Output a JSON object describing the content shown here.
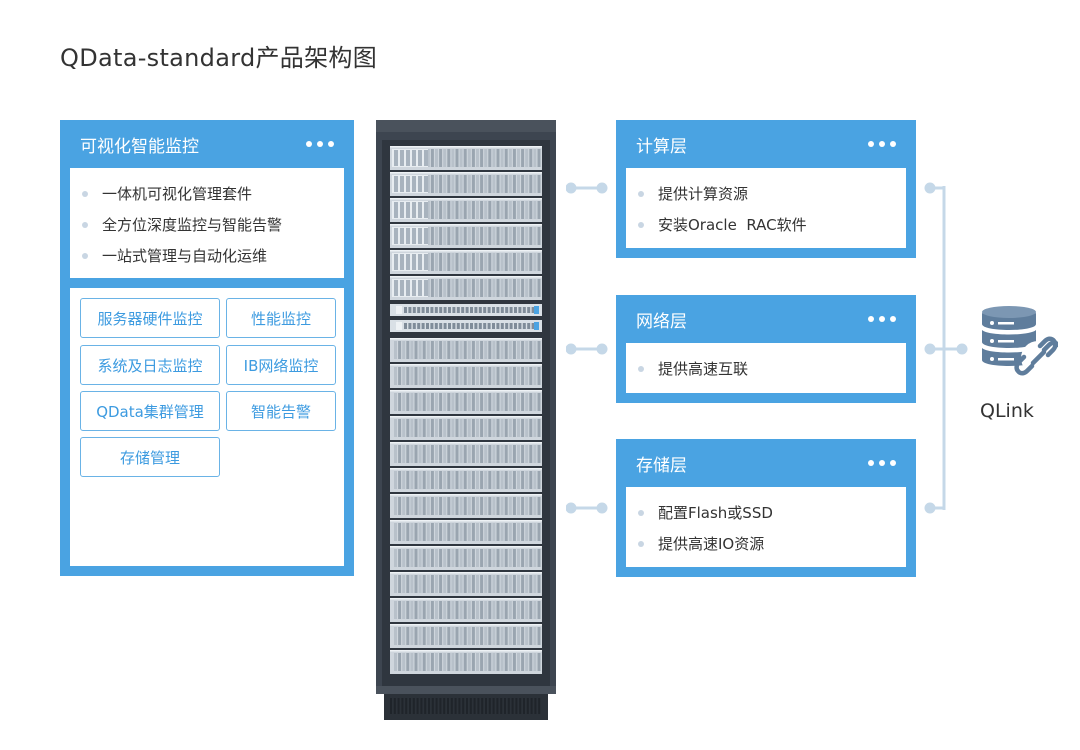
{
  "title": "QData-standard产品架构图",
  "left_panel": {
    "header": "可视化智能监控",
    "features": [
      "一体机可视化管理套件",
      "全方位深度监控与智能告警",
      "一站式管理与自动化运维"
    ],
    "modules": [
      "服务器硬件监控",
      "性能监控",
      "系统及日志监控",
      "IB网络监控",
      "QData集群管理",
      "智能告警",
      "存储管理"
    ]
  },
  "layers": [
    {
      "title": "计算层",
      "items": [
        "提供计算资源",
        "安装Oracle  RAC软件"
      ]
    },
    {
      "title": "网络层",
      "items": [
        "提供高速互联"
      ]
    },
    {
      "title": "存储层",
      "items": [
        "配置Flash或SSD",
        "提供高速IO资源"
      ]
    }
  ],
  "qlink": {
    "label": "QLink",
    "icon": "database-link-icon"
  },
  "colors": {
    "panel_blue": "#4aa3e2",
    "module_border": "#6ab3e6",
    "module_text": "#3d9be0",
    "connector": "#c5d8e8",
    "bullet": "#c9d6e3",
    "rack_frame": "#3d4550"
  }
}
